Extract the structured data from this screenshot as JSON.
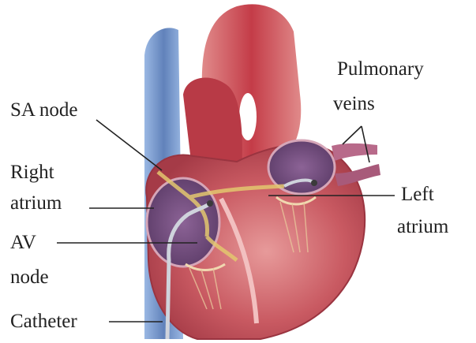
{
  "colors": {
    "vena_cava_blue": "#5b7fb8",
    "aorta_red": "#c8404a",
    "heart_muscle": "#c25a62",
    "atrium_purple": "#6e4a78",
    "conduction_yellow": "#e3c76e",
    "catheter": "#cfd3dc"
  },
  "labels": {
    "pulmonary": "Pulmonary",
    "veins": "veins",
    "sa_node": "SA node",
    "right": "Right",
    "right_atrium": "atrium",
    "left": "Left",
    "left_atrium": "atrium",
    "av": "AV",
    "node": "node",
    "catheter": "Catheter"
  }
}
